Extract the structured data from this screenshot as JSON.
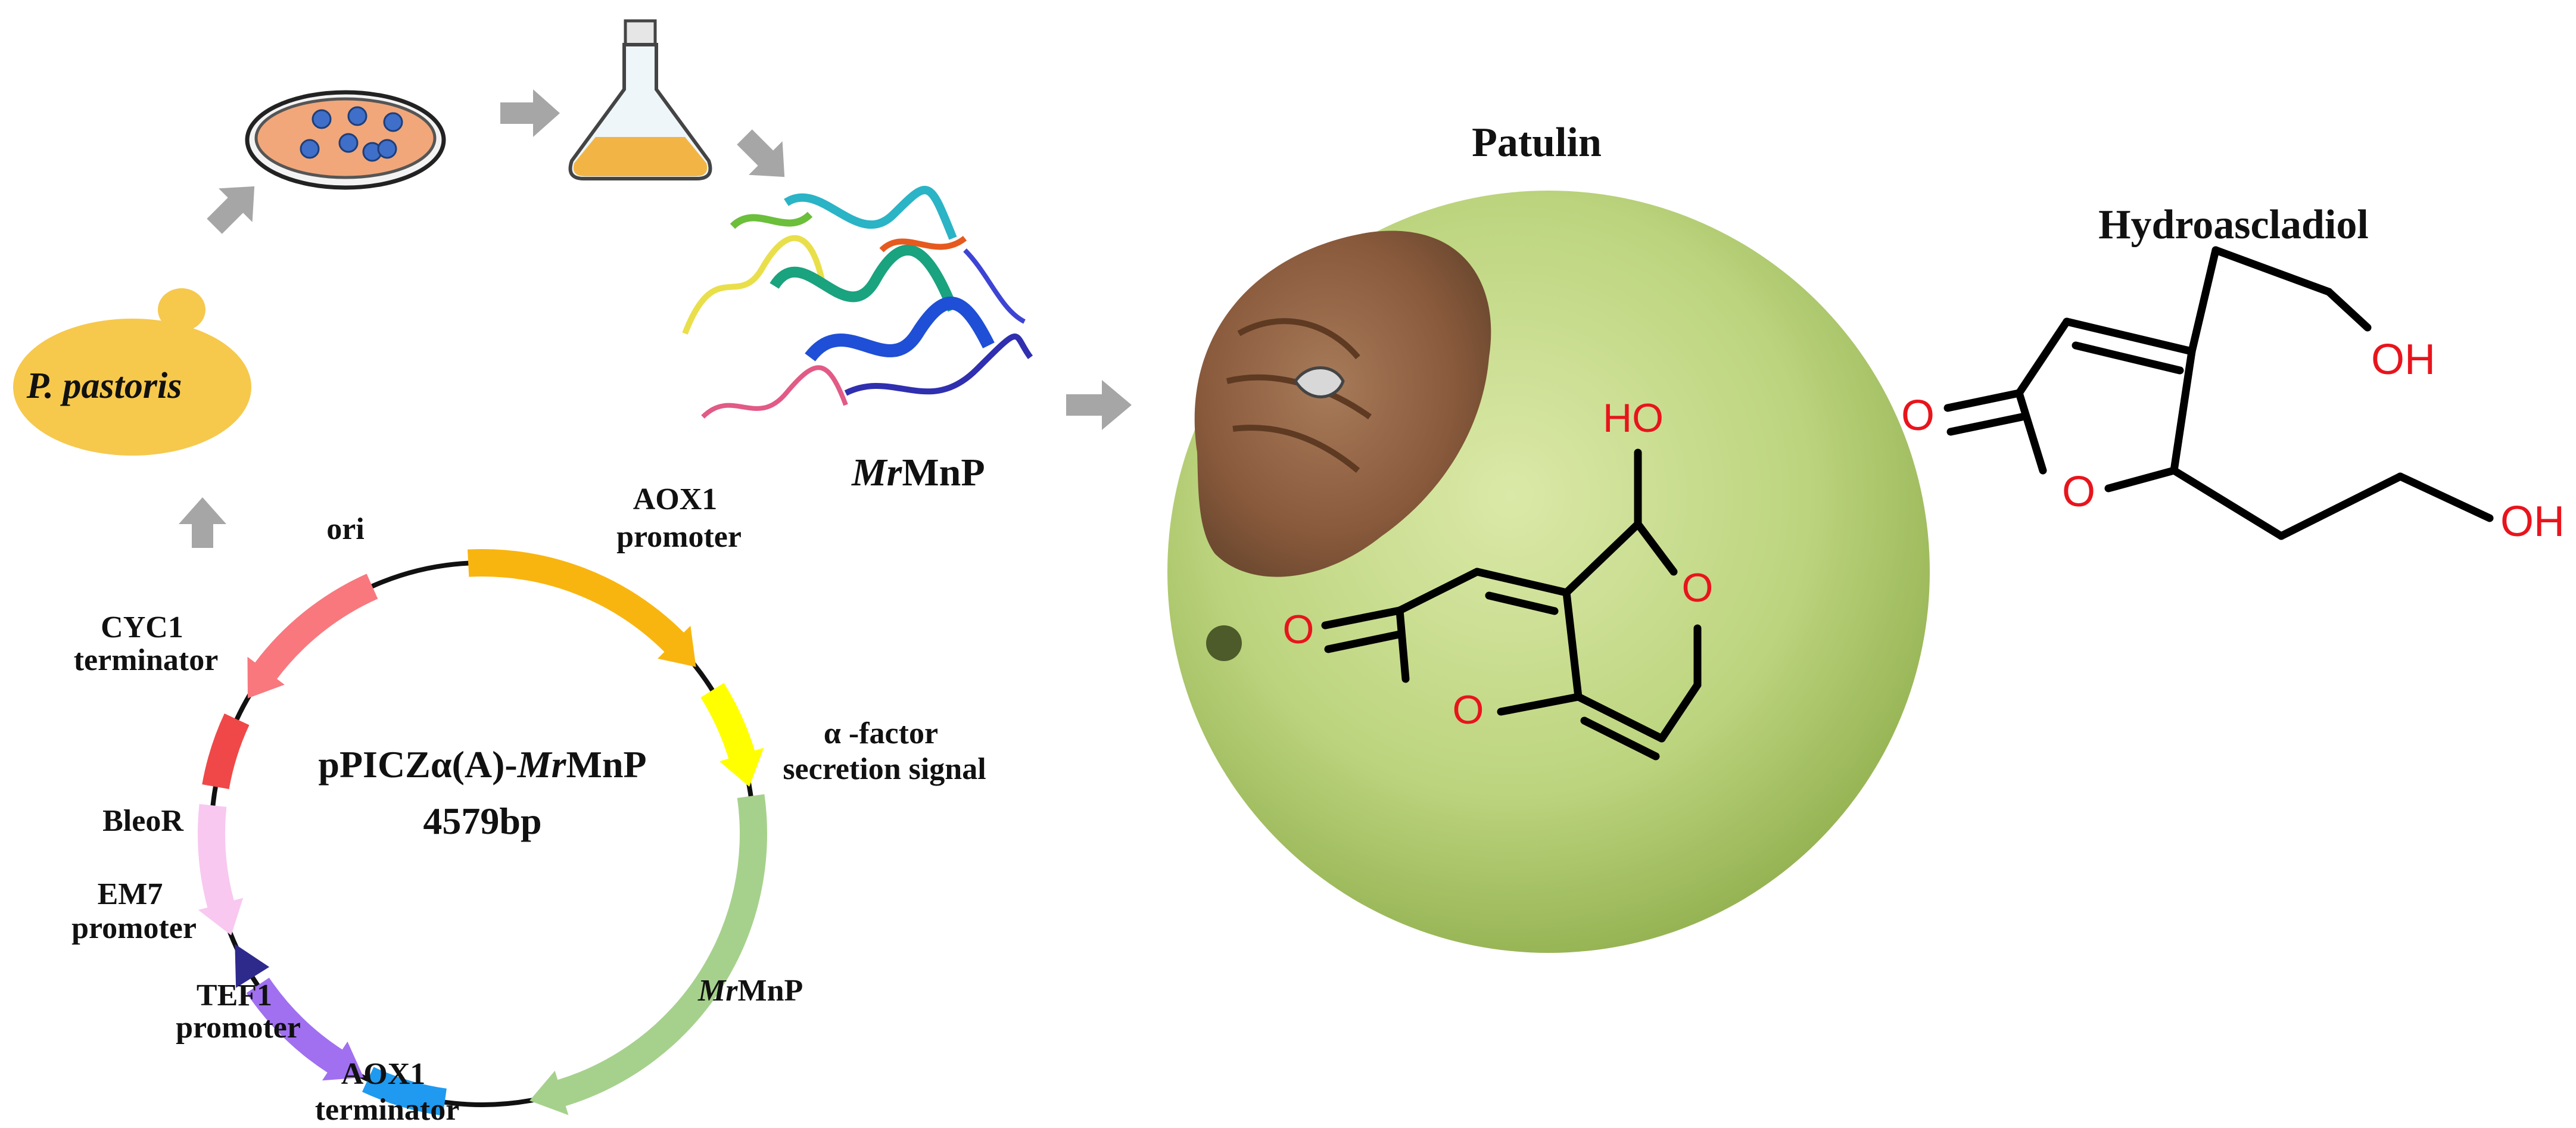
{
  "colors": {
    "arrow": "#a6a6a6",
    "heteroatom": "#e8141c",
    "yeast": "#f6c84c",
    "dish": "#f1a77a",
    "colony": "#3f6fc8",
    "medium": "#f2b545",
    "apple": "#b9d27c",
    "rot": "#8a5a3c"
  },
  "pipeline": {
    "yeast_label": "P. pastoris",
    "enzyme_label_italic": "Mr",
    "enzyme_label_rest": "MnP"
  },
  "plasmid": {
    "name_prefix": "pPICZα(A)-",
    "name_italic": "Mr",
    "name_suffix": "MnP",
    "size": "4579bp",
    "features": [
      {
        "id": "aox1-promoter",
        "lines": [
          "AOX1",
          "promoter"
        ],
        "color": "#f9b50f"
      },
      {
        "id": "alpha-factor",
        "lines": [
          "α -factor",
          "secretion signal"
        ],
        "color": "#ffff00"
      },
      {
        "id": "mrmnp",
        "lines": [
          "MrMnP"
        ],
        "color": "#a6d18c"
      },
      {
        "id": "aox1-terminator",
        "lines": [
          "AOX1",
          "terminator"
        ],
        "color": "#1f9af0"
      },
      {
        "id": "tef1-promoter",
        "lines": [
          "TEF1",
          "promoter"
        ],
        "color": "#a070f0"
      },
      {
        "id": "em7-promoter",
        "lines": [
          "EM7",
          "promoter"
        ],
        "color": "#2d2a8c"
      },
      {
        "id": "bleor",
        "lines": [
          "BleoR"
        ],
        "color": "#f8c8f0"
      },
      {
        "id": "cyc1-terminator",
        "lines": [
          "CYC1",
          "terminator"
        ],
        "color": "#f04848"
      },
      {
        "id": "ori",
        "lines": [
          "ori"
        ],
        "color": "#f8787e"
      }
    ]
  },
  "patulin": {
    "title": "Patulin",
    "atoms": {
      "oh": "HO",
      "ring_o": "O",
      "carbonyl_o": "O",
      "lactone_o": "O"
    }
  },
  "hydroascladiol": {
    "title": "Hydroascladiol",
    "atoms": {
      "oh1": "OH",
      "oh2": "OH",
      "carbonyl_o": "O",
      "lactone_o": "O"
    }
  }
}
